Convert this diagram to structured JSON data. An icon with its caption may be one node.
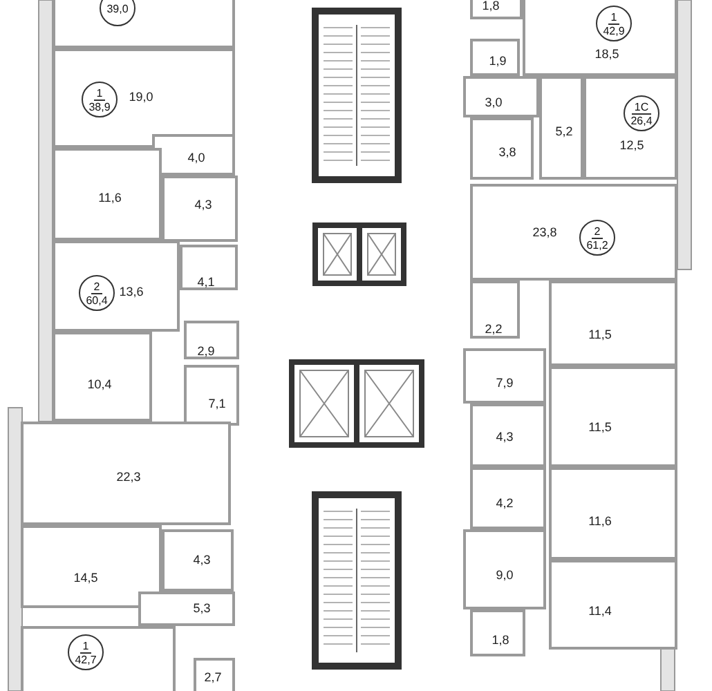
{
  "diagram": {
    "nodes": [
      {
        "text": [],
        "shape": "box"
      },
      {
        "text": [
          "39,0"
        ],
        "in": 0
      },
      {
        "text": [
          "19,0"
        ]
      },
      {
        "text": [
          "1",
          "38,9"
        ],
        "in": 2
      },
      {
        "text": [
          "4,0"
        ]
      },
      {
        "text": [
          "11,6"
        ]
      },
      {
        "text": [
          "4,3"
        ]
      },
      {
        "text": [
          "13,6"
        ]
      },
      {
        "text": [
          "2",
          "60,4"
        ],
        "in": 7
      },
      {
        "text": [
          "4,1"
        ]
      },
      {
        "text": [
          "2,9"
        ]
      },
      {
        "text": [
          "10,4"
        ]
      },
      {
        "text": [
          "7,1"
        ]
      },
      {
        "text": [
          "22,3"
        ]
      },
      {
        "text": [
          "14,5"
        ]
      },
      {
        "text": [
          "4,3"
        ]
      },
      {
        "text": [
          "5,3"
        ]
      },
      {
        "text": [],
        "shape": "box"
      },
      {
        "text": [
          "1",
          "42,7"
        ],
        "in": 17
      },
      {
        "text": [
          "2,7"
        ]
      },
      {
        "text": [
          "1,8"
        ]
      },
      {
        "text": [
          "18,5"
        ]
      },
      {
        "text": [
          "1",
          "42,9"
        ],
        "in": 21
      },
      {
        "text": [
          "1,9"
        ]
      },
      {
        "text": [
          "3,0"
        ]
      },
      {
        "text": [
          "3,8"
        ]
      },
      {
        "text": [
          "5,2"
        ]
      },
      {
        "text": [
          "12,5"
        ]
      },
      {
        "text": [
          "1С",
          "26,4"
        ],
        "in": 27
      },
      {
        "text": [
          "23,8"
        ]
      },
      {
        "text": [
          "2",
          "61,2"
        ],
        "in": 29
      },
      {
        "text": [
          "2,2"
        ]
      },
      {
        "text": [
          "11,5"
        ]
      },
      {
        "text": [
          "7,9"
        ]
      },
      {
        "text": [
          "11,5"
        ]
      },
      {
        "text": [
          "4,3"
        ]
      },
      {
        "text": [
          "4,2"
        ]
      },
      {
        "text": [
          "11,6"
        ]
      },
      {
        "text": [
          "9,0"
        ]
      },
      {
        "text": [
          "11,4"
        ]
      },
      {
        "text": [
          "1,8"
        ]
      }
    ]
  }
}
